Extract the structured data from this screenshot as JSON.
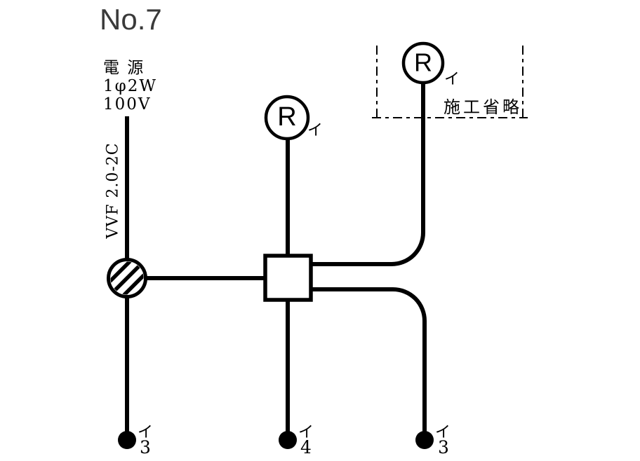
{
  "title": "No.7",
  "power_source": {
    "name": "電 源",
    "phase": "1φ2W",
    "voltage": "100V"
  },
  "cable": {
    "label": "VVF 2.0-2C"
  },
  "omission_box": {
    "label": "施工省略"
  },
  "lamp_receptacles": [
    {
      "id": "middle",
      "symbol": "R",
      "circuit": "イ"
    },
    {
      "id": "top-right",
      "symbol": "R",
      "circuit": "イ"
    }
  ],
  "terminals": [
    {
      "id": "bottom-left",
      "circuit": "イ",
      "count": "3"
    },
    {
      "id": "bottom-middle",
      "circuit": "イ",
      "count": "4"
    },
    {
      "id": "bottom-right",
      "circuit": "イ",
      "count": "3"
    }
  ],
  "colors": {
    "wire": "#000000",
    "title_text": "#3a3a3a",
    "background": "#ffffff"
  }
}
